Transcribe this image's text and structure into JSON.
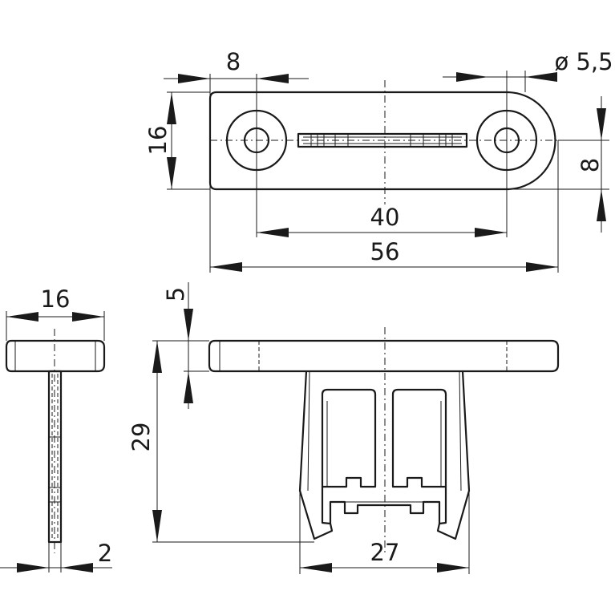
{
  "dimensions": {
    "top_hole_offset": "8",
    "top_hole_diameter": "ø 5,5",
    "top_height": "16",
    "top_hole_center_height": "8",
    "top_hole_spacing": "40",
    "top_length": "56",
    "side_width": "16",
    "plate_thickness": "5",
    "total_height": "29",
    "blade_thickness": "2",
    "body_width": "27"
  }
}
